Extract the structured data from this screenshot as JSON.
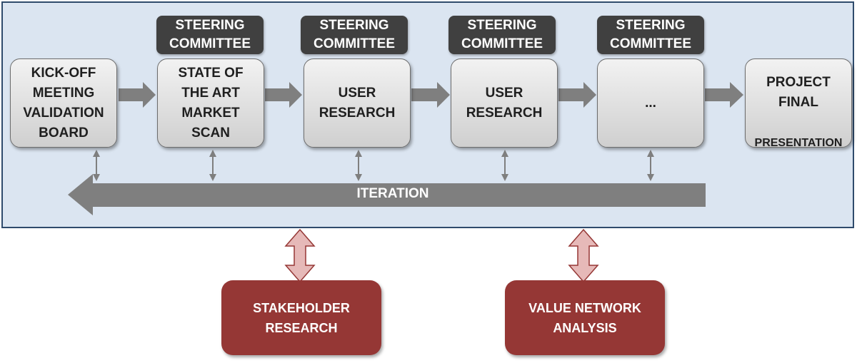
{
  "steps": [
    {
      "label": "KICK-OFF\nMEETING\nVALIDATION\nBOARD"
    },
    {
      "label": "STATE OF\nTHE ART\nMARKET\nSCAN"
    },
    {
      "label": "USER\nRESEARCH"
    },
    {
      "label": "USER\nRESEARCH"
    },
    {
      "label": "..."
    },
    {
      "label_main": "PROJECT\nFINAL",
      "label_small": "PRESENTATION"
    }
  ],
  "steering_committees": [
    {
      "label": "STEERING\nCOMMITTEE"
    },
    {
      "label": "STEERING\nCOMMITTEE"
    },
    {
      "label": "STEERING\nCOMMITTEE"
    },
    {
      "label": "STEERING\nCOMMITTEE"
    }
  ],
  "iteration": {
    "label": "ITERATION"
  },
  "external": [
    {
      "label": "STAKEHOLDER\nRESEARCH"
    },
    {
      "label": "VALUE NETWORK\nANALYSIS"
    }
  ],
  "colors": {
    "panel_bg": "#dbe5f1",
    "panel_border": "#2f4b6c",
    "arrow_gray": "#7f7f7f",
    "steering_bg": "#404040",
    "external_bg": "#953735",
    "external_arrow": "#e6b9b8"
  }
}
